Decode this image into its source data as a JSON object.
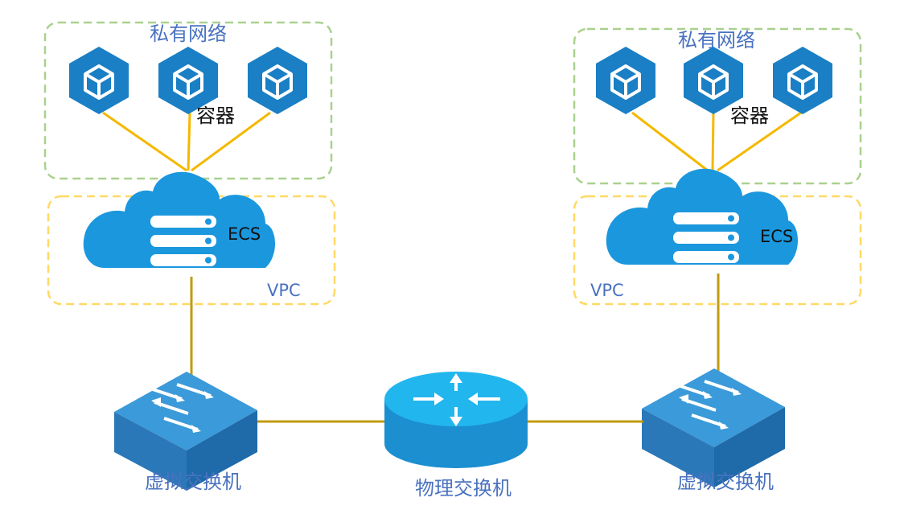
{
  "left": {
    "private_network_label": "私有网络",
    "container_label": "容器",
    "ecs_label": "ECS",
    "vpc_label": "VPC",
    "switch_label": "虚拟交换机"
  },
  "right": {
    "private_network_label": "私有网络",
    "container_label": "容器",
    "ecs_label": "ECS",
    "vpc_label": "VPC",
    "switch_label": "虚拟交换机"
  },
  "center": {
    "physical_switch_label": "物理交换机"
  },
  "colors": {
    "container_blue": "#1a7fc4",
    "cloud_blue": "#1b97de",
    "switch_blue": "#3a8cc9",
    "router_blue": "#1fb4ec",
    "yellow_link": "#f5b800",
    "gold_link": "#c29a10",
    "green_dash": "#a9d18e",
    "yellow_dash": "#ffd966",
    "label_blue": "#4a72c0"
  }
}
